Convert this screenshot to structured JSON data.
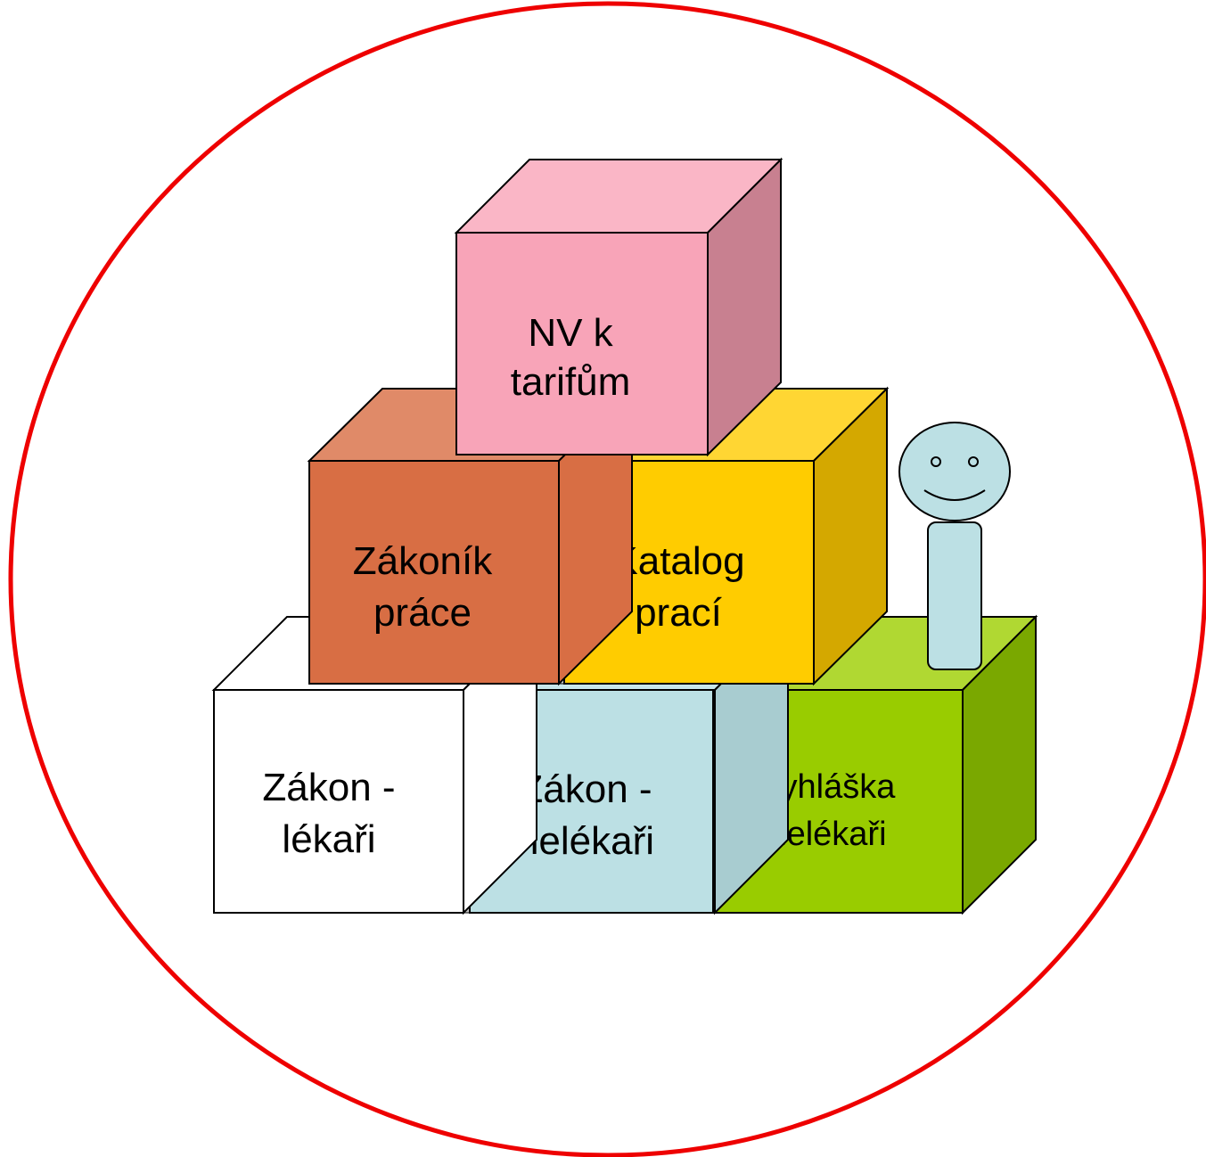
{
  "diagram": {
    "frame_color": "#EE0000",
    "blocks": {
      "nv_tarify": {
        "lines": [
          "NV k",
          "tarifům"
        ],
        "colors": {
          "front": "#F8A4B8",
          "top": "#FAB6C6",
          "side": "#C88090"
        }
      },
      "zakonik_prace": {
        "lines": [
          "Zákoník",
          "práce"
        ],
        "colors": {
          "front": "#D86E44",
          "top": "#E08A68",
          "side": "#D86E44"
        }
      },
      "katalog_praci": {
        "lines": [
          "Katalog",
          "prací"
        ],
        "colors": {
          "front": "#FFCC00",
          "top": "#FFD633",
          "side": "#D4A800"
        }
      },
      "zakon_lekari": {
        "lines": [
          "Zákon -",
          "lékaři"
        ],
        "colors": {
          "front": "#FFFFFF",
          "top": "#FFFFFF",
          "side": "#FFFFFF"
        }
      },
      "zakon_nelekari": {
        "lines": [
          "Zákon -",
          "nelékaři"
        ],
        "colors": {
          "front": "#BCE0E4",
          "top": "#C8E6EA",
          "side": "#A8CCD0"
        }
      },
      "vyhlaska_nelekari": {
        "lines": [
          "Vyhláška",
          "nelékaři"
        ],
        "colors": {
          "front": "#99CC00",
          "top": "#B0D832",
          "side": "#7AA800"
        }
      }
    },
    "figure": {
      "icon": "smiley-person-icon",
      "color": "#BCE0E4"
    }
  }
}
